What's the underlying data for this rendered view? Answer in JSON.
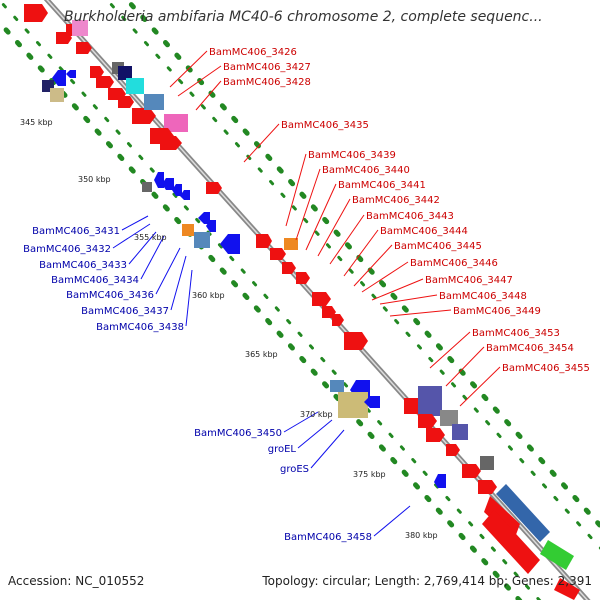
{
  "header": {
    "title": "Burkholderia ambifaria MC40-6 chromosome 2, complete sequenc..."
  },
  "footer": {
    "accession": "Accession: NC_010552",
    "summary": "Topology: circular; Length: 2,769,414 bp; Genes: 2,391"
  },
  "colors": {
    "forward": "#ee1111",
    "reverse": "#1111ee",
    "backbone": "#999999"
  },
  "ticks": [
    "345 kbp",
    "350 kbp",
    "355 kbp",
    "360 kbp",
    "365 kbp",
    "370 kbp",
    "375 kbp",
    "380 kbp"
  ],
  "forward_labels": [
    "BamMC406_3426",
    "BamMC406_3427",
    "BamMC406_3428",
    "BamMC406_3435",
    "BamMC406_3439",
    "BamMC406_3440",
    "BamMC406_3441",
    "BamMC406_3442",
    "BamMC406_3443",
    "BamMC406_3444",
    "BamMC406_3445",
    "BamMC406_3446",
    "BamMC406_3447",
    "BamMC406_3448",
    "BamMC406_3449",
    "BamMC406_3453",
    "BamMC406_3454",
    "BamMC406_3455"
  ],
  "reverse_labels": [
    "BamMC406_3431",
    "BamMC406_3432",
    "BamMC406_3433",
    "BamMC406_3434",
    "BamMC406_3436",
    "BamMC406_3437",
    "BamMC406_3438",
    "BamMC406_3450",
    "groEL",
    "groES",
    "BamMC406_3458"
  ]
}
